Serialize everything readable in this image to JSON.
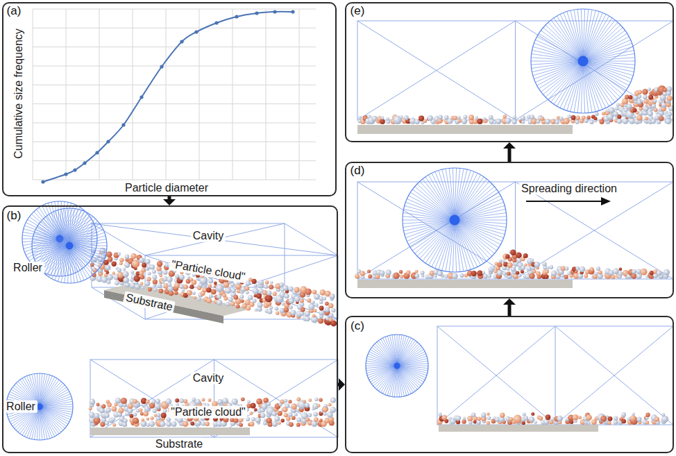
{
  "diagram": {
    "nodes": [
      {
        "text": [
          "(a)",
          "Cumulative size frequency",
          "Particle diameter"
        ]
      },
      {
        "text": [
          "(b)",
          "Roller",
          "Cavity",
          "\"Particle cloud\"",
          "Substrate",
          "Roller",
          "Cavity",
          "\"Particle cloud\"",
          "Substrate"
        ]
      },
      {
        "text": [
          "(c)"
        ]
      },
      {
        "text": [
          "(d)",
          "Spreading direction"
        ]
      },
      {
        "text": [
          "(e)"
        ]
      }
    ],
    "edges": [
      {
        "from": 0,
        "to": 1,
        "arrow": "to"
      },
      {
        "from": 1,
        "to": 2,
        "arrow": "to"
      },
      {
        "from": 2,
        "to": 3,
        "arrow": "to"
      },
      {
        "from": 3,
        "to": 4,
        "arrow": "to"
      }
    ]
  }
}
